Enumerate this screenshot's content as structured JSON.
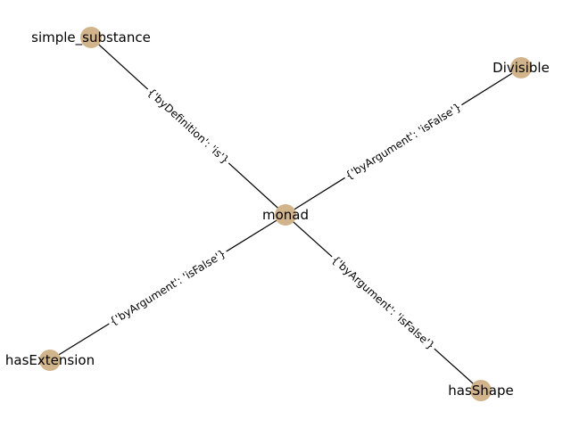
{
  "graph": {
    "nodes": [
      {
        "id": "monad",
        "label": "monad"
      },
      {
        "id": "simple_substance",
        "label": "simple_substance"
      },
      {
        "id": "Divisible",
        "label": "Divisible"
      },
      {
        "id": "hasExtension",
        "label": "hasExtension"
      },
      {
        "id": "hasShape",
        "label": "hasShape"
      }
    ],
    "edges": [
      {
        "source": "simple_substance",
        "target": "monad",
        "label": "{'byDefinition': 'is'}"
      },
      {
        "source": "monad",
        "target": "Divisible",
        "label": "{'byArgument': 'isFalse'}"
      },
      {
        "source": "monad",
        "target": "hasExtension",
        "label": "{'byArgument': 'isFalse'}"
      },
      {
        "source": "monad",
        "target": "hasShape",
        "label": "{'byArgument': 'isFalse'}"
      }
    ]
  },
  "colors": {
    "node_fill": "#d2b48c",
    "edge": "#000000",
    "background": "#ffffff"
  }
}
